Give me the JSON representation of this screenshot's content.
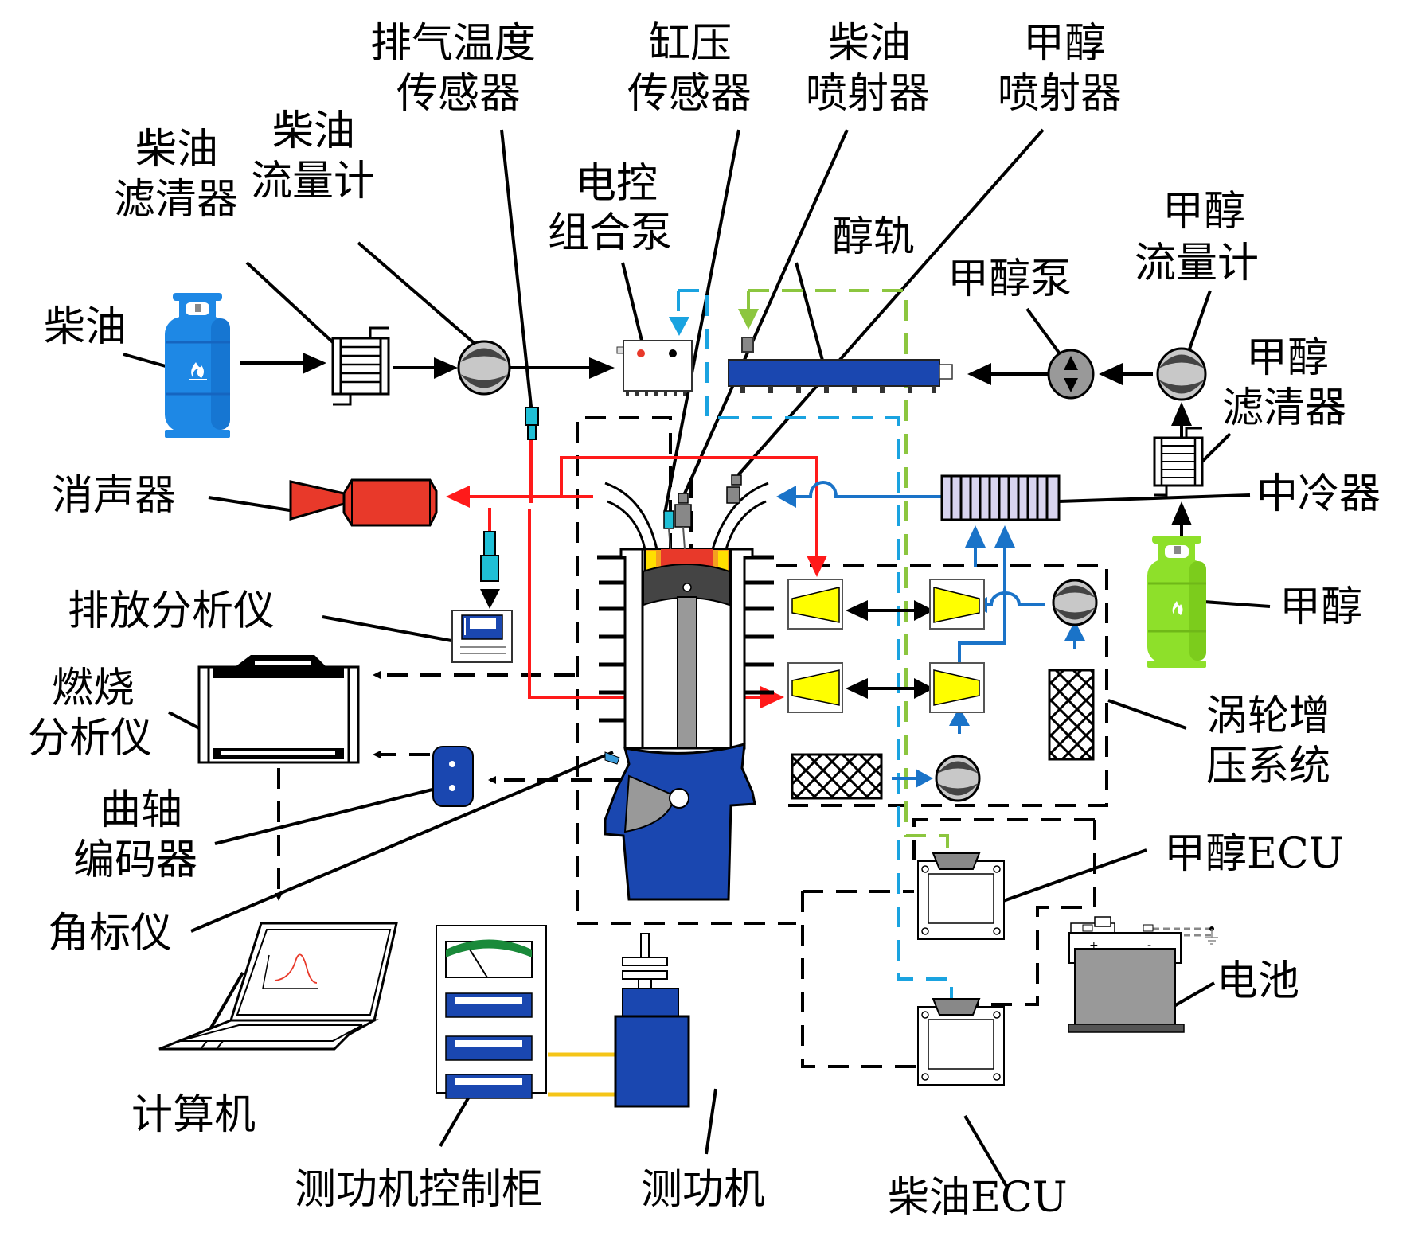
{
  "diagram": {
    "title": "甲醇/柴油双燃料发动机试验台架示意图",
    "labels": {
      "diesel_tank": "柴油",
      "diesel_filter": [
        "柴油",
        "滤清器"
      ],
      "diesel_flowmeter": [
        "柴油",
        "流量计"
      ],
      "exhaust_temp_sensor": [
        "排气温度",
        "传感器"
      ],
      "cylinder_pressure_sensor": [
        "缸压",
        "传感器"
      ],
      "diesel_injector": [
        "柴油",
        "喷射器"
      ],
      "methanol_injector": [
        "甲醇",
        "喷射器"
      ],
      "ecu_pump": [
        "电控",
        "组合泵"
      ],
      "methanol_rail": "醇轨",
      "methanol_pump": "甲醇泵",
      "methanol_flowmeter": [
        "甲醇",
        "流量计"
      ],
      "methanol_filter": [
        "甲醇",
        "滤清器"
      ],
      "intercooler": "中冷器",
      "methanol_tank": "甲醇",
      "muffler": "消声器",
      "emission_analyzer": "排放分析仪",
      "combustion_analyzer": [
        "燃烧",
        "分析仪"
      ],
      "crank_encoder": [
        "曲轴",
        "编码器"
      ],
      "angle_marker": "角标仪",
      "computer": "计算机",
      "turbo_system": [
        "涡轮增",
        "压系统"
      ],
      "methanol_ecu": "甲醇ECU",
      "battery": "电池",
      "diesel_ecu": "柴油ECU",
      "dyno_cabinet": "测功机控制柜",
      "dynamometer": "测功机"
    },
    "battery_terminals": {
      "positive": "+",
      "negative": "-"
    },
    "colors": {
      "diesel_blue": "#1e88e5",
      "methanol_green": "#8ee02a",
      "engine_blue": "#1a47b0",
      "exhaust_red": "#ff1a1a",
      "intake_blue": "#1a73c8",
      "signal_cyan": "#1aa3e0",
      "methanol_signal_green": "#8cc63f",
      "muffler_red": "#e8392a",
      "turbine_yellow": "#ffff00",
      "sensor_cyan": "#1fbfd6",
      "coupling_yellow": "#f5c518"
    }
  }
}
